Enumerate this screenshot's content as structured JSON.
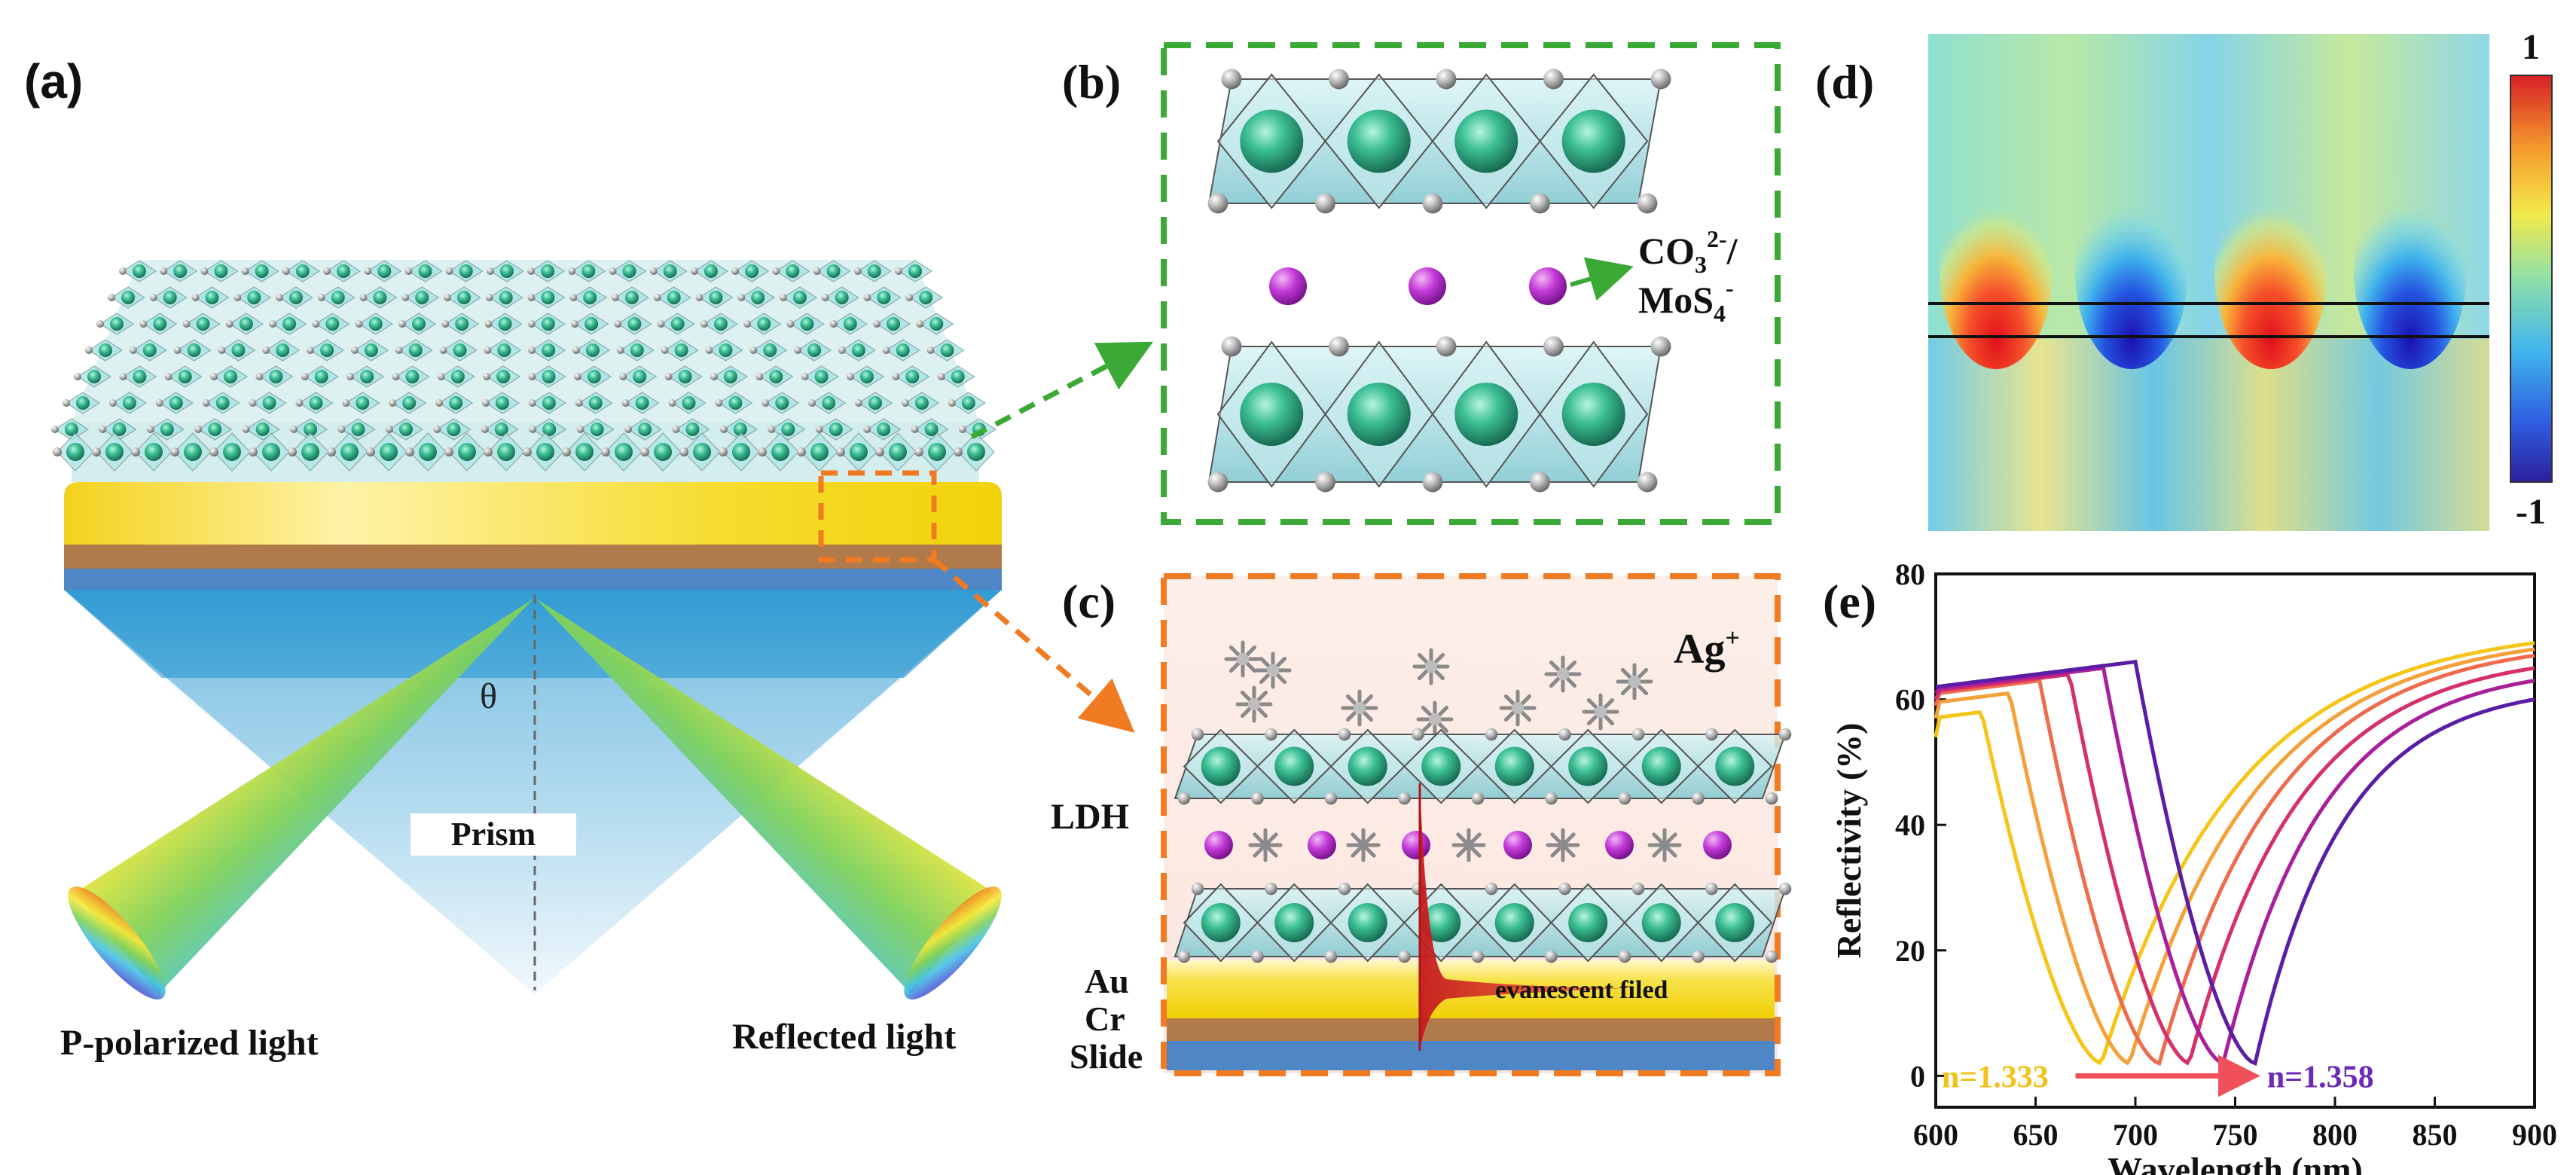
{
  "figure": {
    "panels": {
      "a": {
        "label": "(a)",
        "angle": "θ",
        "prism": "Prism",
        "incident": "P-polarized light",
        "reflected": "Reflected light"
      },
      "b": {
        "label": "(b)",
        "anion_line1": "CO",
        "anion_sub1": "3",
        "anion_sup1": "2-",
        "anion_slash": "/",
        "anion_line2": "MoS",
        "anion_sub2": "4",
        "anion_sup2": "-"
      },
      "c": {
        "label": "(c)",
        "ion": "Ag",
        "ion_sup": "+",
        "ldh": "LDH",
        "au": "Au",
        "cr": "Cr",
        "slide": "Slide",
        "field": "evanescent filed"
      },
      "d": {
        "label": "(d)",
        "colorbar_max": "1",
        "colorbar_min": "-1"
      },
      "e": {
        "label": "(e)"
      }
    },
    "colors": {
      "green_dash": "#3aa935",
      "orange_dash": "#f07b22",
      "gold_film": "#f5d90a",
      "cr_film": "#b07a4a",
      "slide": "#4f86c6",
      "interlayer_ion": "#c23ad6",
      "evanescent": "#e0262a"
    }
  },
  "chart_data": {
    "type": "line",
    "title": "",
    "xlabel": "Wavelength (nm)",
    "ylabel": "Reflectivity (%)",
    "xlim": [
      600,
      900
    ],
    "ylim": [
      -5,
      80
    ],
    "xticks": [
      600,
      650,
      700,
      750,
      800,
      850,
      900
    ],
    "yticks": [
      0,
      20,
      40,
      60,
      80
    ],
    "grid": false,
    "legend": "none",
    "annotations": [
      {
        "text": "n=1.333",
        "color": "#f2c21a"
      },
      {
        "text": "n=1.358",
        "color": "#6b2bb8"
      }
    ],
    "series": [
      {
        "color": "#f5c518",
        "min_x": 683,
        "min_y": 2,
        "left_y": 54,
        "right_y": 69
      },
      {
        "color": "#f4a13a",
        "min_x": 697,
        "min_y": 2,
        "left_y": 57,
        "right_y": 68
      },
      {
        "color": "#ee6b4d",
        "min_x": 712,
        "min_y": 2,
        "left_y": 59,
        "right_y": 67
      },
      {
        "color": "#d6306b",
        "min_x": 727,
        "min_y": 2,
        "left_y": 60,
        "right_y": 65
      },
      {
        "color": "#a91f9a",
        "min_x": 744,
        "min_y": 2,
        "left_y": 61,
        "right_y": 63
      },
      {
        "color": "#5a1ea6",
        "min_x": 760,
        "min_y": 2,
        "left_y": 62,
        "right_y": 60
      }
    ]
  }
}
